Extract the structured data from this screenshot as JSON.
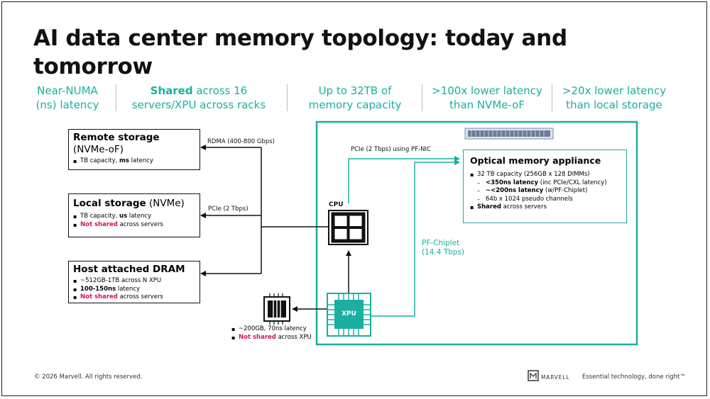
{
  "slide": {
    "title": "AI data center memory topology: today and tomorrow"
  },
  "stats": [
    {
      "text": "Near-NUMA\n(ns) latency"
    },
    {
      "bold": "Shared",
      "text": " across 16\nservers/XPU across racks"
    },
    {
      "text": "Up to 32TB of\nmemory capacity"
    },
    {
      "text": ">100x lower latency\nthan NVMe-oF"
    },
    {
      "text": ">20x lower latency\nthan local storage"
    }
  ],
  "boxes": {
    "remote": {
      "title": "Remote storage",
      "subtitle": "(NVMe-oF)",
      "b1_pre": "TB capacity, ",
      "b1_bold": "ms",
      "b1_post": " latency"
    },
    "local": {
      "title": "Local storage",
      "subtitle": " (NVMe)",
      "b1_pre": "TB capacity, ",
      "b1_bold": "us",
      "b1_post": " latency",
      "b2_red": "Not shared",
      "b2_post": " across servers"
    },
    "dram": {
      "title": "Host attached DRAM",
      "b1": "~512GB-1TB across N XPU",
      "b2_bold": "100-150ns",
      "b2_post": " latency",
      "b3_red": "Not shared",
      "b3_post": " across servers"
    },
    "appliance": {
      "title": "Optical memory appliance",
      "b1": "32 TB capacity (256GB x 128 DIMMs)",
      "s1_bold": "<350ns latency",
      "s1_post": " (inc PCIe/CXL latency)",
      "s2_bold": "~<200ns latency",
      "s2_post": " (w/PF-Chiplet)",
      "s3": "64b x 1024 pseudo channels",
      "b2_bold": "Shared",
      "b2_post": " across servers"
    }
  },
  "labels": {
    "rdma": "RDMA (400-800 Gbps)",
    "pcie": "PCIe (2 Tbps)",
    "pcie_nic": "PCIe (2 Tbps) using PF-NIC",
    "pf_chiplet": "PF-Chiplet\n(14.4 Tbps)",
    "cpu": "CPU",
    "xpu": "XPU",
    "hbm_b1": "~200GB, 70ns latency",
    "hbm_b2_red": "Not shared",
    "hbm_b2_post": " across XPU"
  },
  "footer": {
    "copyright": "© 2026 Marvell. All rights reserved.",
    "brand": "MARVELL",
    "tagline": "Essential technology, done right™"
  },
  "colors": {
    "accent": "#1aafa0",
    "red": "#d4145a",
    "dark": "#111111"
  }
}
